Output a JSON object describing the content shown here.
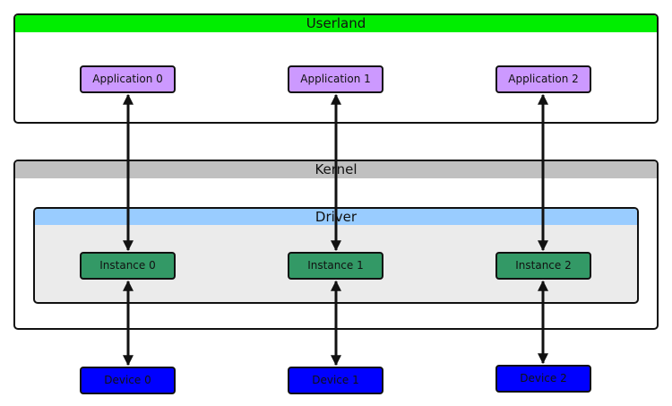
{
  "colors": {
    "userland": "#00ee00",
    "kernel": "#c0c0c0",
    "driver": "#99ccff",
    "driver_body": "#ebebeb",
    "application": "#cc99ff",
    "instance": "#339966",
    "device": "#0000ff"
  },
  "userland": {
    "title": "Userland"
  },
  "kernel": {
    "title": "Kernel"
  },
  "driver": {
    "title": "Driver"
  },
  "applications": [
    "Application 0",
    "Application 1",
    "Application 2"
  ],
  "instances": [
    "Instance 0",
    "Instance 1",
    "Instance 2"
  ],
  "devices": [
    "Device 0",
    "Device 1",
    "Device 2"
  ]
}
